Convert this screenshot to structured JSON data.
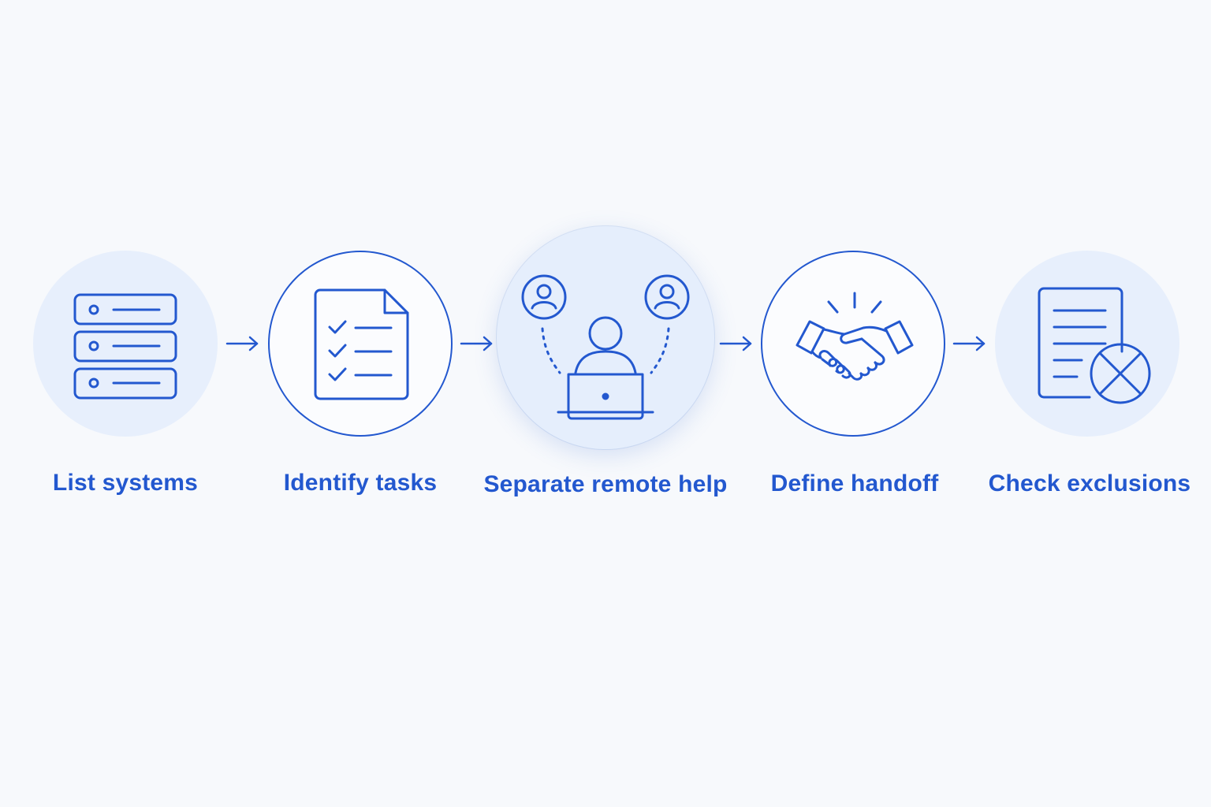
{
  "colors": {
    "accent": "#2358cf",
    "circle_fill": "#e7effc",
    "background": "#f7f9fc"
  },
  "steps": [
    {
      "label": "List systems",
      "icon": "server-stack-icon"
    },
    {
      "label": "Identify tasks",
      "icon": "checklist-document-icon"
    },
    {
      "label": "Separate remote help",
      "icon": "remote-support-icon"
    },
    {
      "label": "Define handoff",
      "icon": "handshake-icon"
    },
    {
      "label": "Check exclusions",
      "icon": "document-excluded-icon"
    }
  ]
}
